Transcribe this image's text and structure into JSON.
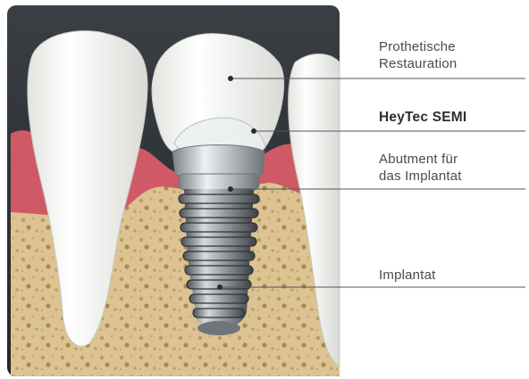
{
  "labels": {
    "prothetik_line1": "Prothetische",
    "prothetik_line2": "Restauration",
    "heytec": "HeyTec SEMI",
    "abutment_line1": "Abutment für",
    "abutment_line2": "das Implantat",
    "implantat": "Implantat"
  },
  "colors": {
    "background_dark": "#2f3438",
    "gum": "#cf5a66",
    "bone": "#d9c08e",
    "tooth": "#f4f4f2",
    "implant_metal": "#8d9398",
    "leader_line": "#555555"
  }
}
